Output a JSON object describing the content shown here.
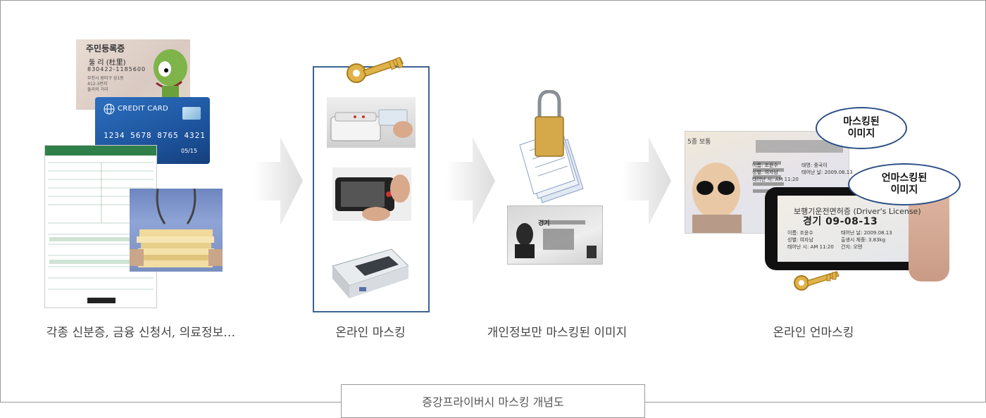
{
  "stages": [
    {
      "label": "각종 신분증, 금융 신청서, 의료정보…"
    },
    {
      "label": "온라인 마스킹"
    },
    {
      "label": "개인정보만 마스킹된 이미지"
    },
    {
      "label": "온라인 언마스킹"
    }
  ],
  "caption": "증강프라이버시 마스킹 개념도",
  "id_card": {
    "title": "주민등록증",
    "name": "둘 리 (杜里)",
    "number": "830422-1185600",
    "address_lines": [
      "부천시 원미구 상1동",
      "412-3번지",
      "둘리의 거리"
    ]
  },
  "credit_card": {
    "label": "CREDIT CARD",
    "number": "1234 5678 8765 4321",
    "expiry": "05/15"
  },
  "bubbles": {
    "masked": [
      "마스킹된",
      "이미지"
    ],
    "unmasked": [
      "언마스킹된",
      "이미지"
    ]
  },
  "license": {
    "type_label": "5종 보통",
    "title": "보행기운전면허증 (Driver's License)",
    "number": "경기 09-08-13",
    "small_title": "경기",
    "fields": [
      "이름: 조윤수",
      "성별: 여자남",
      "태어난 시: AM 11:20",
      "태명: 중국이",
      "태어난 날: 2009.08.13",
      "출생시 체중: 3.83kg",
      "건지: 오텐"
    ]
  },
  "colors": {
    "panel_border": "#3d6391",
    "bubble_border": "#2d4f86",
    "arrow": "#e6e6e6",
    "form_header": "#2f7f4a",
    "card_blue": "#1b4f96",
    "key_gold": "#d9a93a"
  }
}
